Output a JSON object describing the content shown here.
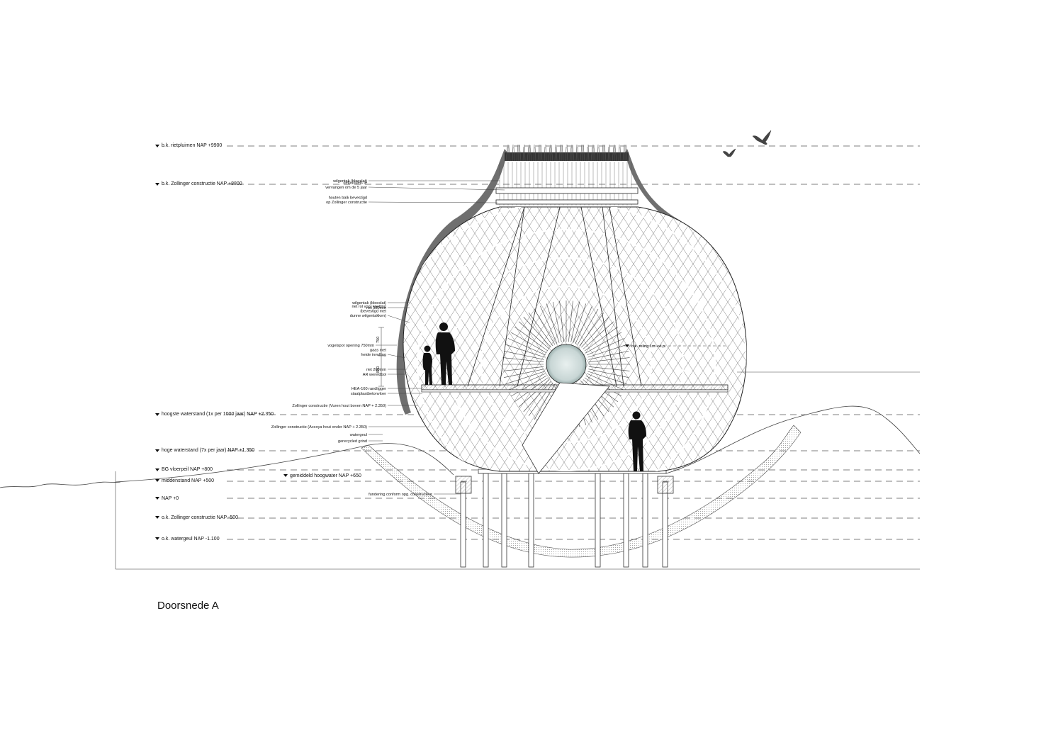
{
  "caption": "Doorsnede A",
  "levels": [
    {
      "id": "rietpluimen",
      "label": "b.k. rietpluimen NAP +9900"
    },
    {
      "id": "zollinger-top",
      "label": "b.k. Zollinger constructie NAP +8800"
    },
    {
      "id": "hoogste-waterstand",
      "label": "hoogste waterstand (1x per 1000 jaar) NAP +2.350"
    },
    {
      "id": "hoge-waterstand",
      "label": "hoge waterstand (7x per jaar) NAP +1.350"
    },
    {
      "id": "bg-vloerpeil",
      "label": "BG vloerpeil NAP +800"
    },
    {
      "id": "gemiddeld-hoogwater",
      "label": "gemiddeld hoogwater NAP +650"
    },
    {
      "id": "middenstand",
      "label": "middenstand NAP +500"
    },
    {
      "id": "nap-0",
      "label": "NAP +0"
    },
    {
      "id": "zollinger-bottom",
      "label": "o.k. Zollinger constructie NAP -500"
    },
    {
      "id": "watergeul",
      "label": "o.k. watergeul NAP -1.100"
    }
  ],
  "annotations": [
    {
      "id": "wilgentak-1",
      "lines": [
        "wilgentak (bleeslat)"
      ]
    },
    {
      "id": "rietbundels",
      "lines": [
        "rietbundels te",
        "vervangen om de 5 jaar"
      ]
    },
    {
      "id": "houten-balk",
      "lines": [
        "houten balk bevestigd",
        "op Zollinger constructie"
      ]
    },
    {
      "id": "wilgentak-2",
      "lines": [
        "wilgentak (bleeslat)"
      ]
    },
    {
      "id": "riet-380",
      "lines": [
        "riet 380mm"
      ]
    },
    {
      "id": "riet-rol",
      "lines": [
        "riet rol voor knelling",
        "(bevestigd met",
        "dunne wilgentakken)"
      ]
    },
    {
      "id": "vogelspot",
      "lines": [
        "vogelspot opening 750mm"
      ]
    },
    {
      "id": "gaas",
      "lines": [
        "gaas met",
        "heide invulling"
      ]
    },
    {
      "id": "riet-260",
      "lines": [
        "riet 260mm"
      ]
    },
    {
      "id": "ar-wereldbol",
      "lines": [
        "AR wereldbol"
      ]
    },
    {
      "id": "hea-160",
      "lines": [
        "HEA-160 randligger"
      ]
    },
    {
      "id": "staalplaat",
      "lines": [
        "staalplaatbetonvloer"
      ]
    },
    {
      "id": "zollinger-vuren",
      "lines": [
        "Zollinger constructie (Vuren hout boven NAP + 2.350)"
      ]
    },
    {
      "id": "zollinger-accoya",
      "lines": [
        "Zollinger constructie (Accoya hout onder NAP + 2.350)"
      ]
    },
    {
      "id": "watergeul-ann",
      "lines": [
        "watergeul"
      ]
    },
    {
      "id": "grind",
      "lines": [
        "gerecycled grind"
      ]
    },
    {
      "id": "fundering",
      "lines": [
        "fundering conform opg. constructeur"
      ]
    }
  ],
  "railing_label": "b.k. reling 1m +vl.p.",
  "dimensions": [
    "750",
    "850"
  ],
  "colors": {
    "ink": "#111111",
    "thatch": "#6f6f6f",
    "sky_line": "#777777"
  },
  "icons": [
    "bird-icon",
    "person-silhouette-icon"
  ]
}
